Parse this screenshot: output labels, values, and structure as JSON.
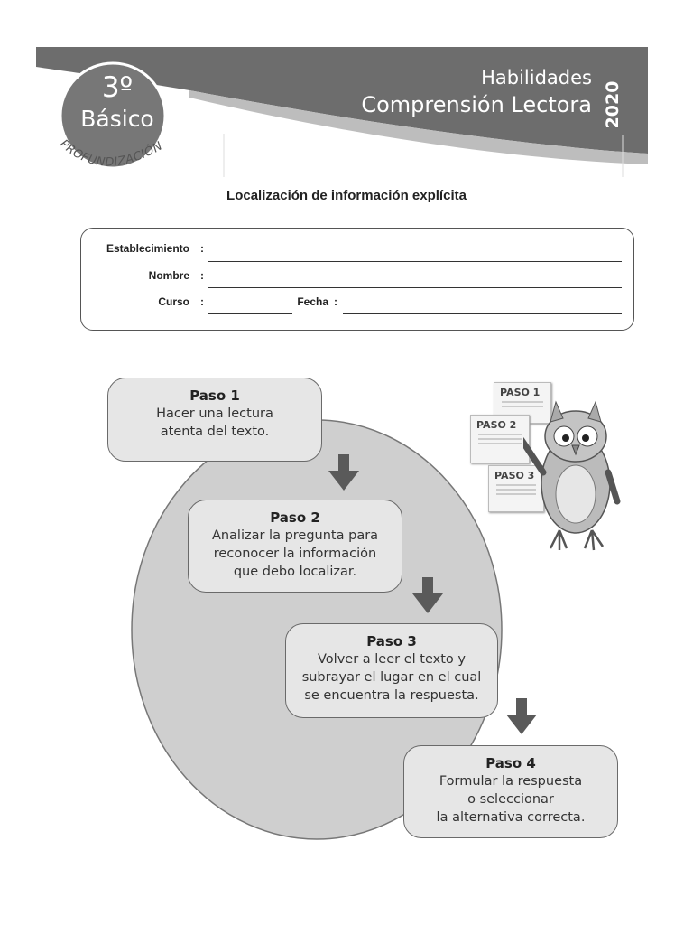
{
  "header": {
    "grade_number": "3º",
    "grade_level": "Básico",
    "tag": "PROFUNDIZACIÓN",
    "title_line1": "Habilidades",
    "title_line2": "Comprensión Lectora",
    "year": "2020",
    "band_color": "#6d6d6d",
    "badge_color": "#777777"
  },
  "subtitle": "Localización de información explícita",
  "form": {
    "school_label": "Establecimiento",
    "name_label": "Nombre",
    "course_label": "Curso",
    "date_label": "Fecha",
    "colon": ":"
  },
  "steps": [
    {
      "title": "Paso 1",
      "lines": [
        "Hacer una lectura",
        "atenta del texto."
      ]
    },
    {
      "title": "Paso 2",
      "lines": [
        "Analizar la pregunta para",
        "reconocer la información",
        "que debo localizar."
      ]
    },
    {
      "title": "Paso 3",
      "lines": [
        "Volver a leer el texto y",
        "subrayar el lugar en el cual",
        "se encuentra la respuesta."
      ]
    },
    {
      "title": "Paso 4",
      "lines": [
        "Formular la respuesta",
        "o seleccionar",
        "la alternativa correcta."
      ]
    }
  ],
  "illustration": {
    "icon": "owl-teacher-icon",
    "cards": [
      "PASO 1",
      "PASO 2",
      "PASO 3"
    ]
  }
}
